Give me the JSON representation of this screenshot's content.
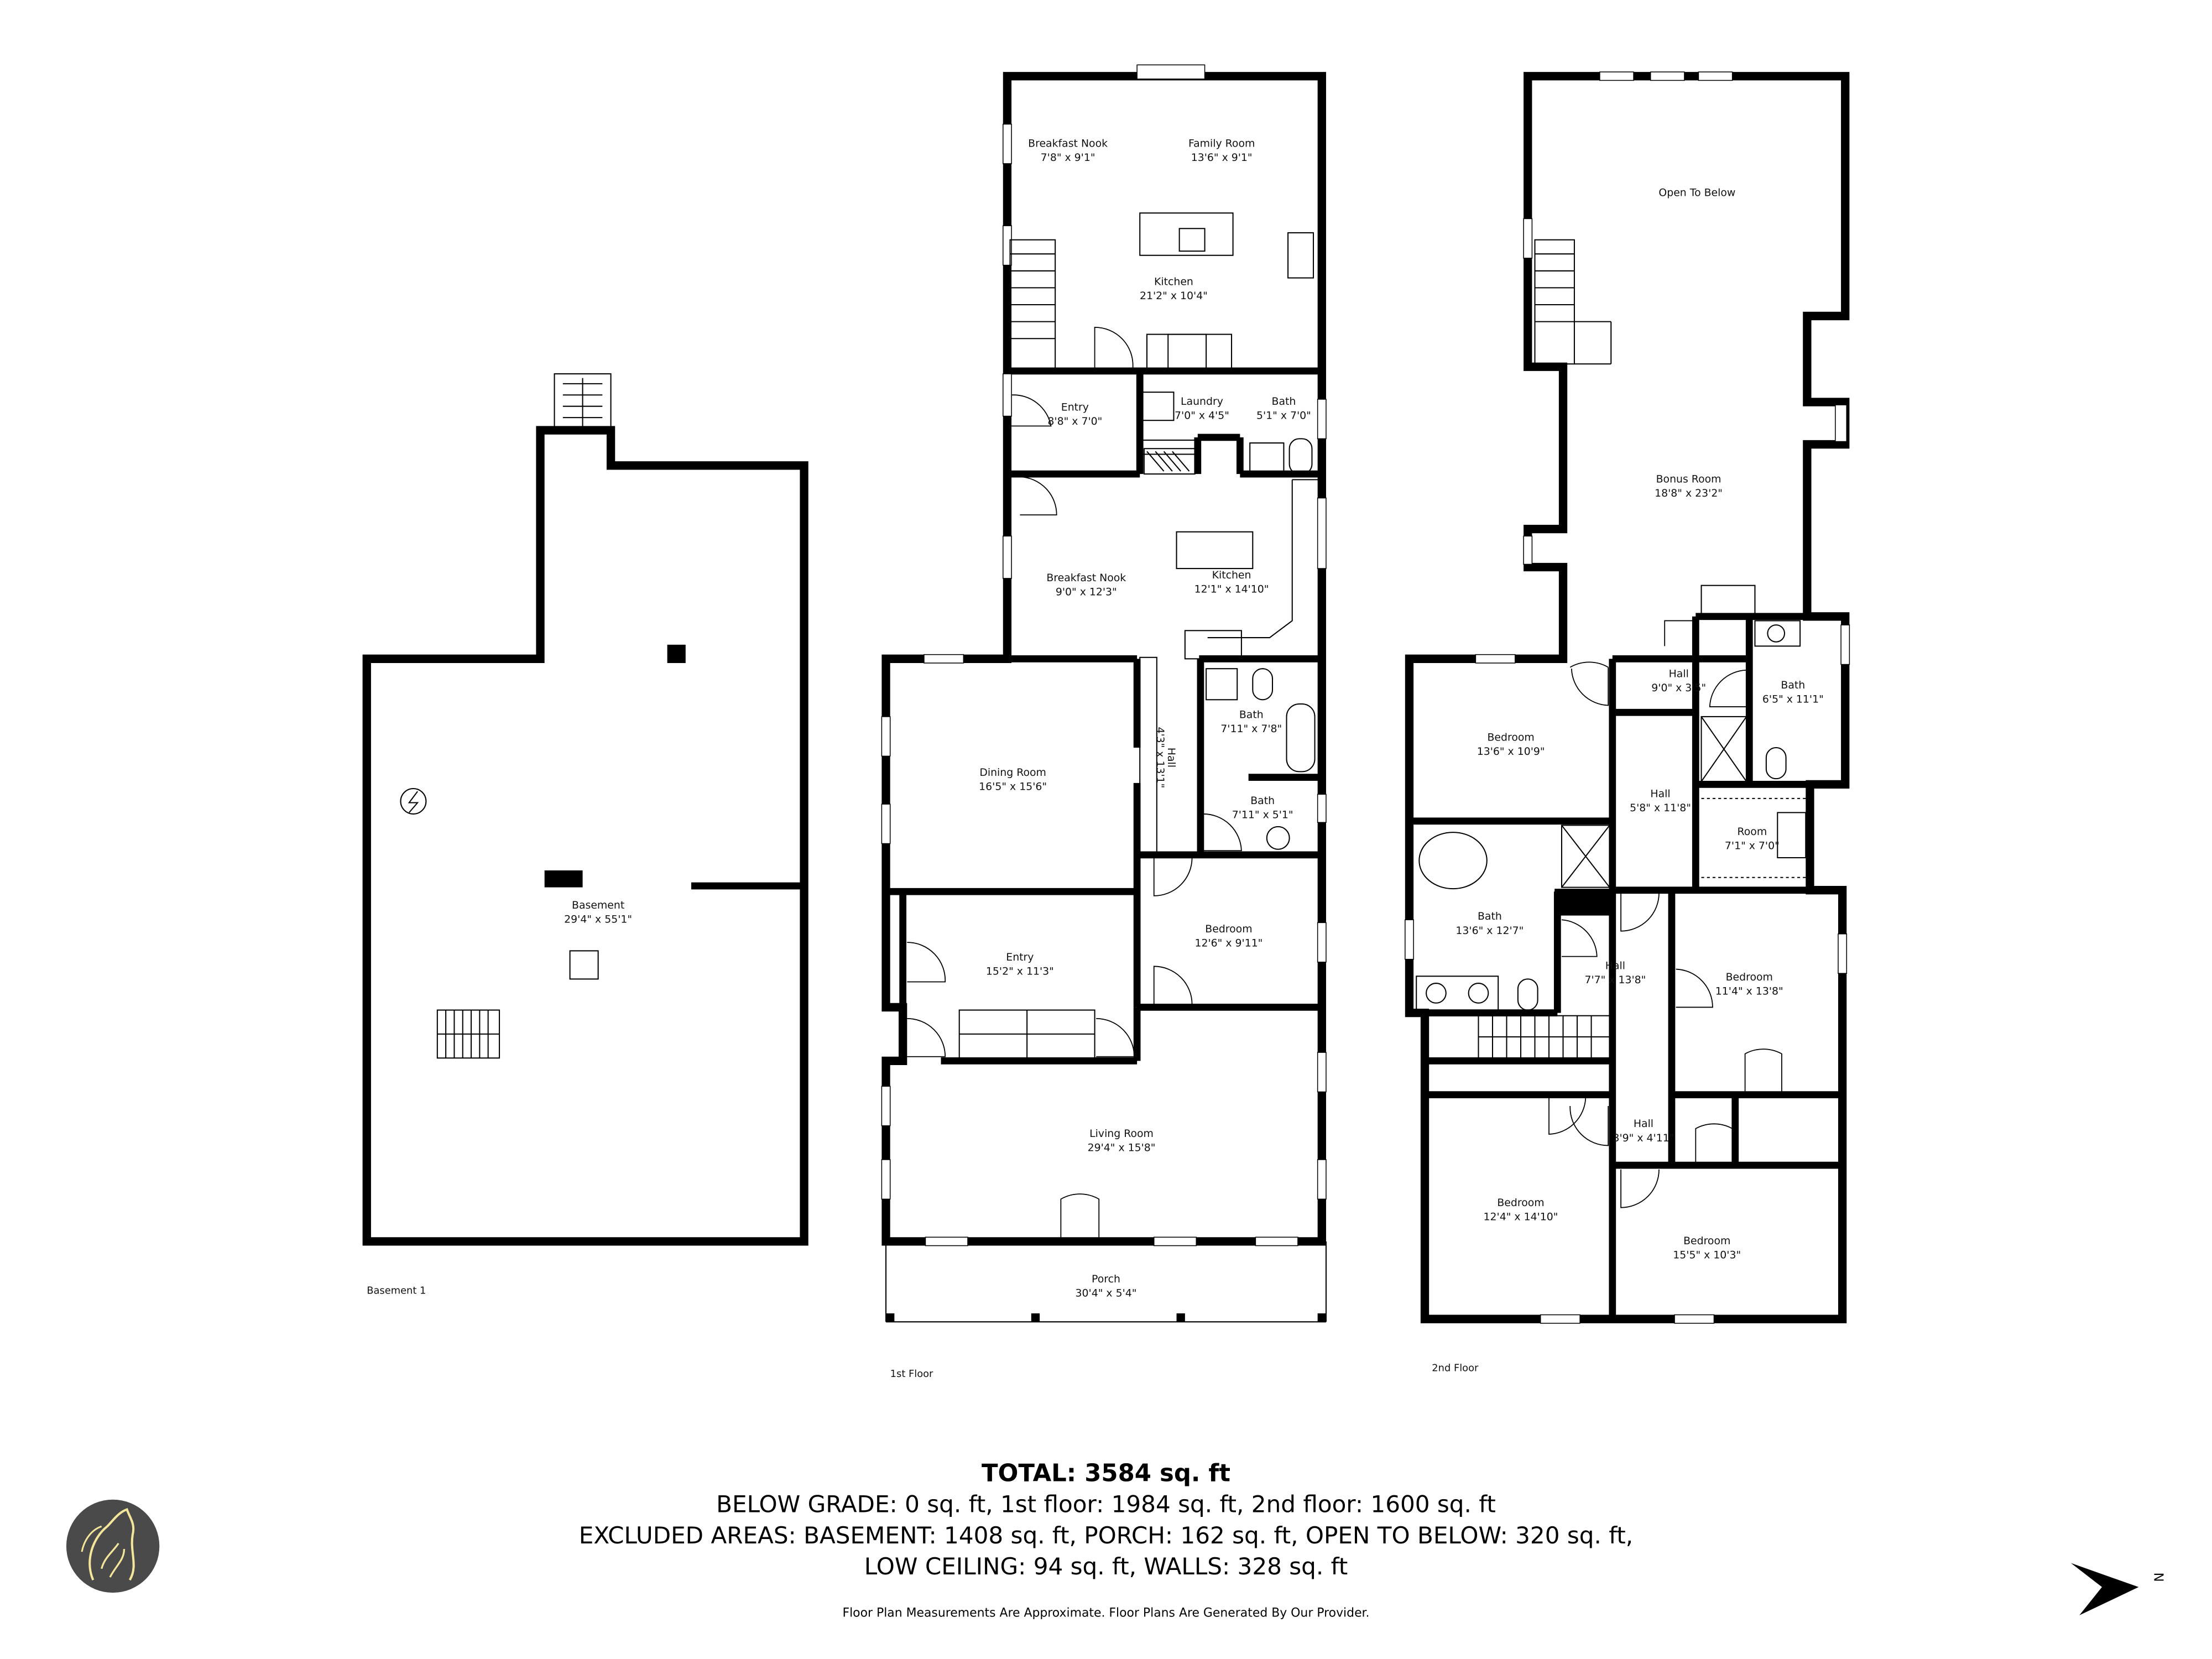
{
  "floors": {
    "basement": {
      "label": "Basement 1",
      "rooms": [
        {
          "name": "Basement",
          "dims": "29'4\" x 55'1\""
        }
      ]
    },
    "first": {
      "label": "1st Floor",
      "rooms": [
        {
          "name": "Breakfast Nook",
          "dims": "7'8\" x 9'1\""
        },
        {
          "name": "Family Room",
          "dims": "13'6\" x 9'1\""
        },
        {
          "name": "Kitchen",
          "dims": "21'2\" x 10'4\""
        },
        {
          "name": "Entry",
          "dims": "8'8\" x 7'0\""
        },
        {
          "name": "Laundry",
          "dims": "7'0\" x 4'5\""
        },
        {
          "name": "Bath",
          "dims": "5'1\" x 7'0\""
        },
        {
          "name": "Breakfast Nook",
          "dims": "9'0\" x 12'3\""
        },
        {
          "name": "Kitchen",
          "dims": "12'1\" x 14'10\""
        },
        {
          "name": "Dining Room",
          "dims": "16'5\" x 15'6\""
        },
        {
          "name": "Hall",
          "dims": "4'3\" x 13'1\""
        },
        {
          "name": "Bath",
          "dims": "7'11\" x 7'8\""
        },
        {
          "name": "Bath",
          "dims": "7'11\" x 5'1\""
        },
        {
          "name": "Bedroom",
          "dims": "12'6\" x 9'11\""
        },
        {
          "name": "Entry",
          "dims": "15'2\" x 11'3\""
        },
        {
          "name": "Living Room",
          "dims": "29'4\" x 15'8\""
        },
        {
          "name": "Porch",
          "dims": "30'4\" x 5'4\""
        }
      ]
    },
    "second": {
      "label": "2nd Floor",
      "rooms": [
        {
          "name": "Open To Below",
          "dims": ""
        },
        {
          "name": "Bonus Room",
          "dims": "18'8\" x 23'2\""
        },
        {
          "name": "Hall",
          "dims": "9'0\" x 3'5\""
        },
        {
          "name": "Bath",
          "dims": "6'5\" x 11'1\""
        },
        {
          "name": "Bedroom",
          "dims": "13'6\" x 10'9\""
        },
        {
          "name": "Hall",
          "dims": "5'8\" x 11'8\""
        },
        {
          "name": "Room",
          "dims": "7'1\" x 7'0\""
        },
        {
          "name": "Bath",
          "dims": "13'6\" x 12'7\""
        },
        {
          "name": "Hall",
          "dims": "7'7\" x 13'8\""
        },
        {
          "name": "Bedroom",
          "dims": "11'4\" x 13'8\""
        },
        {
          "name": "Hall",
          "dims": "3'9\" x 4'11\""
        },
        {
          "name": "Bedroom",
          "dims": "12'4\" x 14'10\""
        },
        {
          "name": "Bedroom",
          "dims": "15'5\" x 10'3\""
        }
      ]
    }
  },
  "summary": {
    "total": "TOTAL: 3584 sq. ft",
    "line1": "BELOW GRADE: 0 sq. ft, 1st floor: 1984 sq. ft, 2nd floor: 1600 sq. ft",
    "line2": "EXCLUDED AREAS: BASEMENT: 1408 sq. ft, PORCH: 162 sq. ft, OPEN TO BELOW: 320 sq. ft,",
    "line3": "LOW CEILING: 94 sq. ft, WALLS: 328 sq. ft",
    "disclaimer": "Floor Plan Measurements Are Approximate. Floor Plans Are Generated By Our Provider."
  },
  "compass": {
    "label": "N",
    "icon": "north-arrow-icon"
  },
  "logo": {
    "icon": "wolf-logo-icon",
    "background": "#4a4a4a",
    "accent": "#f3e59a"
  }
}
